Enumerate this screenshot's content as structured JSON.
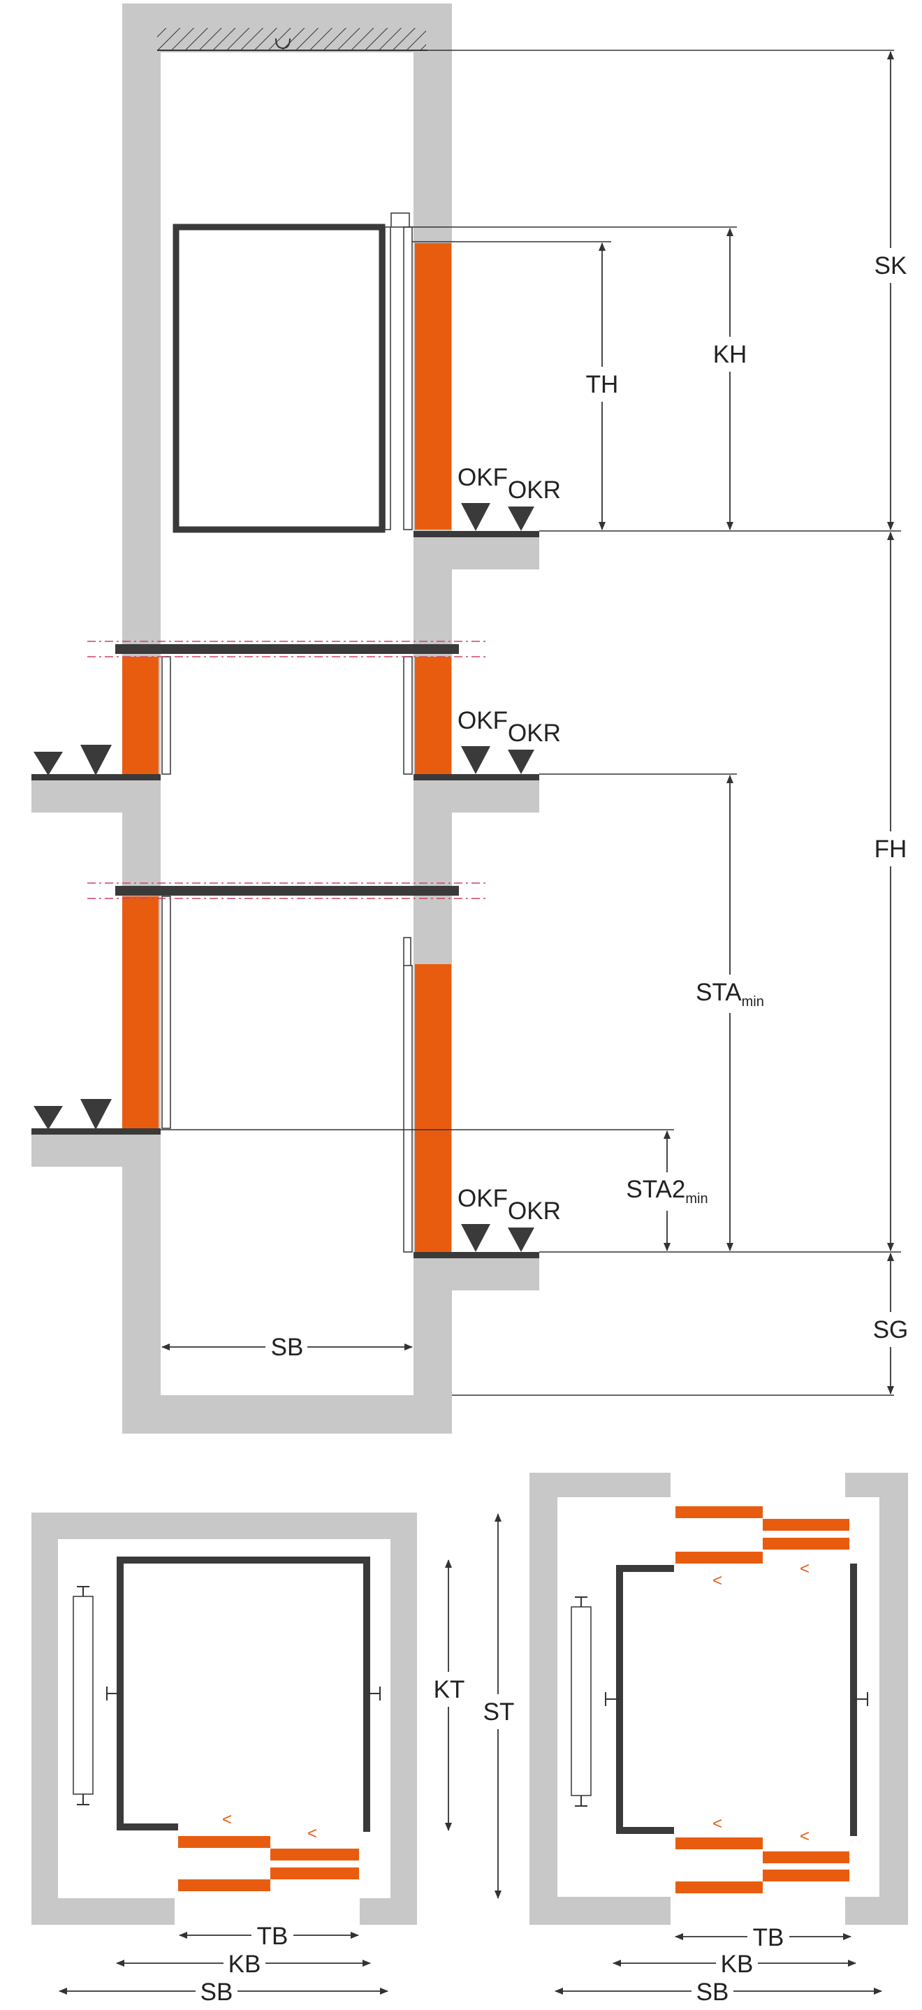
{
  "labels": {
    "sk": "SK",
    "kh": "KH",
    "th": "TH",
    "fh": "FH",
    "sg": "SG",
    "sb_section": "SB",
    "okf": "OKF",
    "okr": "OKR",
    "sta_main": "STA",
    "sta_sub": "min",
    "sta2_main": "STA2",
    "sta2_sub": "min",
    "kt": "KT",
    "st": "ST",
    "tb": "TB",
    "kb": "KB",
    "sb": "SB",
    "chevron": "<"
  },
  "colors": {
    "wall": "#c8c8c8",
    "door_orange": "#e85c10",
    "cabin_dark": "#3a3a3a",
    "line": "#333333",
    "dashdot_red": "#d04060"
  }
}
